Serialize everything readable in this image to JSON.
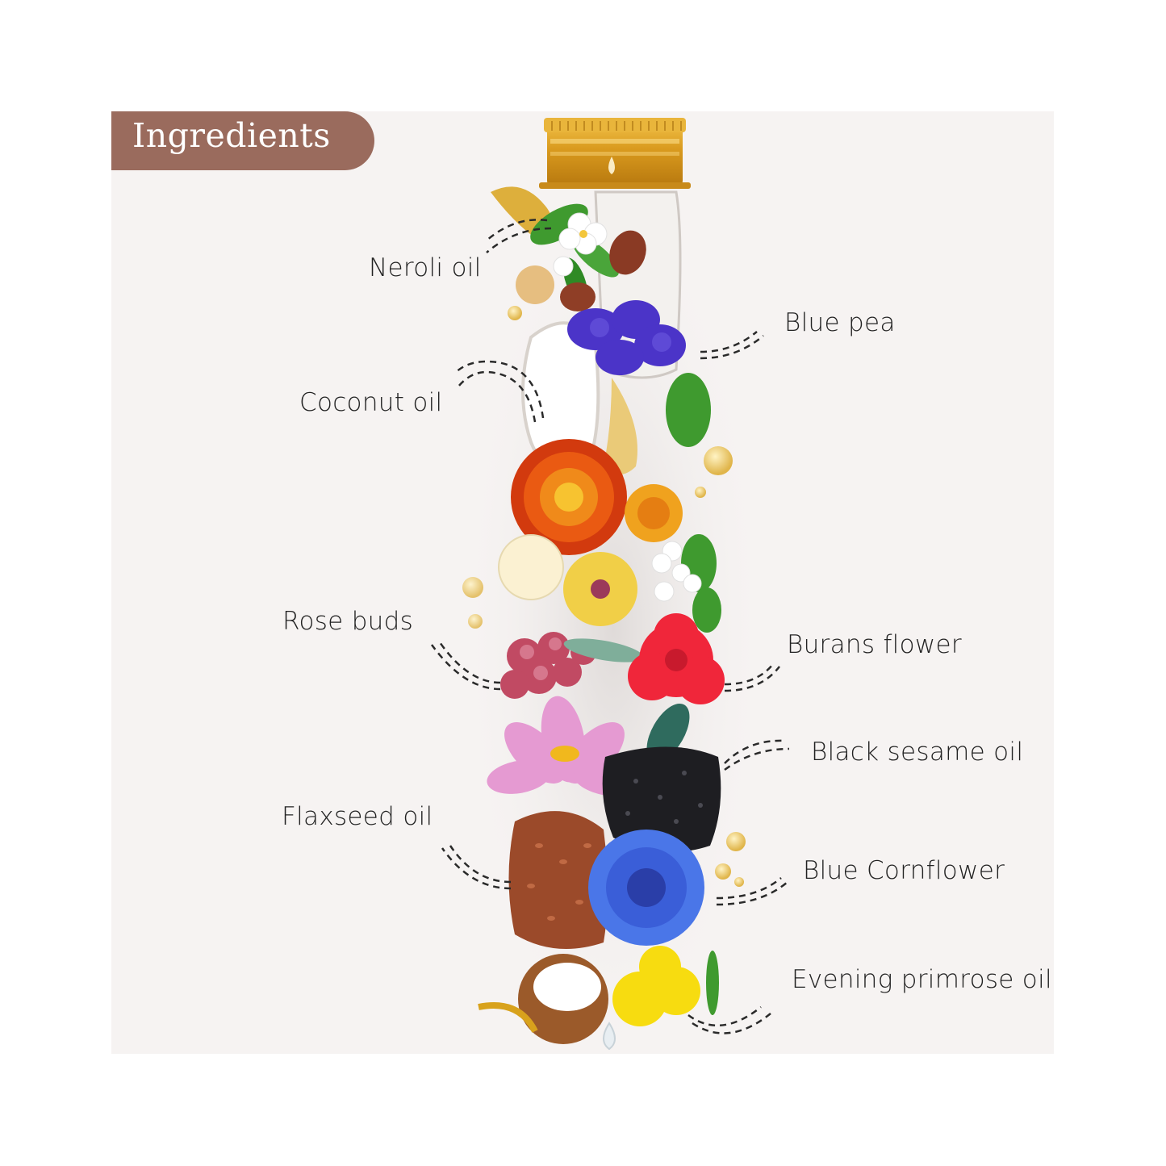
{
  "header": {
    "title": "Ingredients"
  },
  "colors": {
    "background": "#ffffff",
    "panel": "#f6f3f2",
    "header_pill": "#9a6b5d",
    "label_text": "#222222",
    "cap_gold": "#d9a22b"
  },
  "ingredients": [
    {
      "label": "Neroli oil",
      "side": "left"
    },
    {
      "label": "Blue pea",
      "side": "right"
    },
    {
      "label": "Coconut oil",
      "side": "left"
    },
    {
      "label": "Rose buds",
      "side": "left"
    },
    {
      "label": "Burans flower",
      "side": "right"
    },
    {
      "label": "Black sesame oil",
      "side": "right"
    },
    {
      "label": "Flaxseed oil",
      "side": "left"
    },
    {
      "label": "Blue Cornflower",
      "side": "right"
    },
    {
      "label": "Evening primrose oil",
      "side": "right"
    }
  ],
  "illustration": {
    "icon": "bottle-of-botanicals-illustration",
    "cap": "gold-screw-cap-icon"
  }
}
